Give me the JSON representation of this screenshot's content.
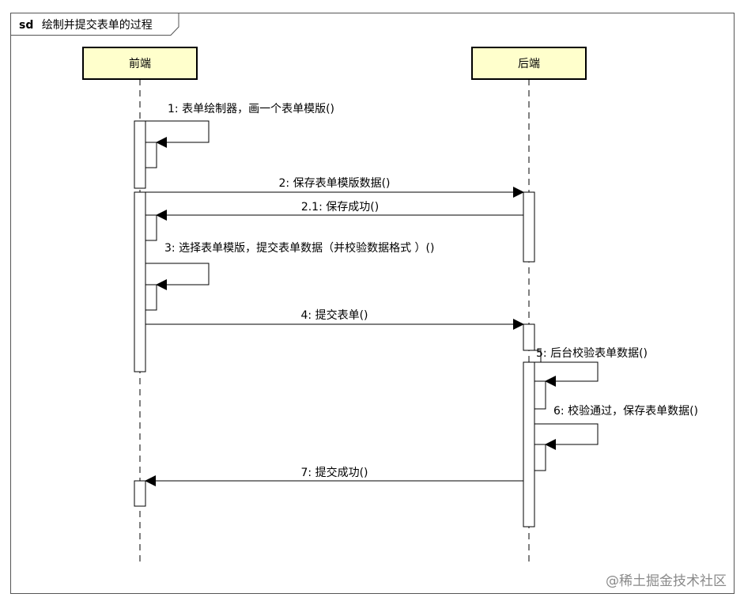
{
  "frame": {
    "keyword": "sd",
    "title": "绘制并提交表单的过程"
  },
  "participants": [
    {
      "id": "frontend",
      "name": "前端"
    },
    {
      "id": "backend",
      "name": "后端"
    }
  ],
  "messages": [
    {
      "id": "m1",
      "label": "1: 表单绘制器，画一个表单模版()"
    },
    {
      "id": "m2",
      "label": "2: 保存表单模版数据()"
    },
    {
      "id": "m21",
      "label": "2.1: 保存成功()"
    },
    {
      "id": "m3",
      "label": "3: 选择表单模版，提交表单数据（并校验数据格式 ）()"
    },
    {
      "id": "m4",
      "label": "4: 提交表单()"
    },
    {
      "id": "m5",
      "label": "5: 后台校验表单数据()"
    },
    {
      "id": "m6",
      "label": "6: 校验通过，保存表单数据()"
    },
    {
      "id": "m7",
      "label": "7: 提交成功()"
    }
  ],
  "watermark": "@稀土掘金技术社区",
  "colors": {
    "participant_fill": "#ffffcc",
    "line": "#000000",
    "background": "#ffffff",
    "watermark": "#8a8a8a"
  }
}
